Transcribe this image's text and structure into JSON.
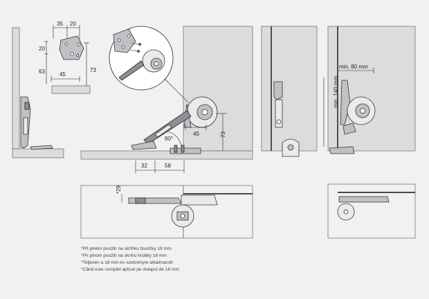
{
  "dimensions": {
    "plate_w1": "35",
    "plate_w2": "20",
    "plate_h1": "20",
    "plate_h2": "63",
    "plate_w3": "45",
    "plate_h3": "73",
    "angle": "90°",
    "main_w": "45",
    "main_h": "73",
    "offset_a": "32",
    "offset_b": "58",
    "clearance_w": "min. 80 mm",
    "clearance_h": "min. 140 mm",
    "top_offset": "*29"
  },
  "notes": [
    "*Při plném použití na skříňku tloušťky 18 mm",
    "*Pri plnom použití na skriňu hrúbky 18 mm",
    "*Teljesen a 18 mm-es szekrényre alkalmazott",
    "*Când este complet aplicat pe dulapul de 18 mm"
  ]
}
